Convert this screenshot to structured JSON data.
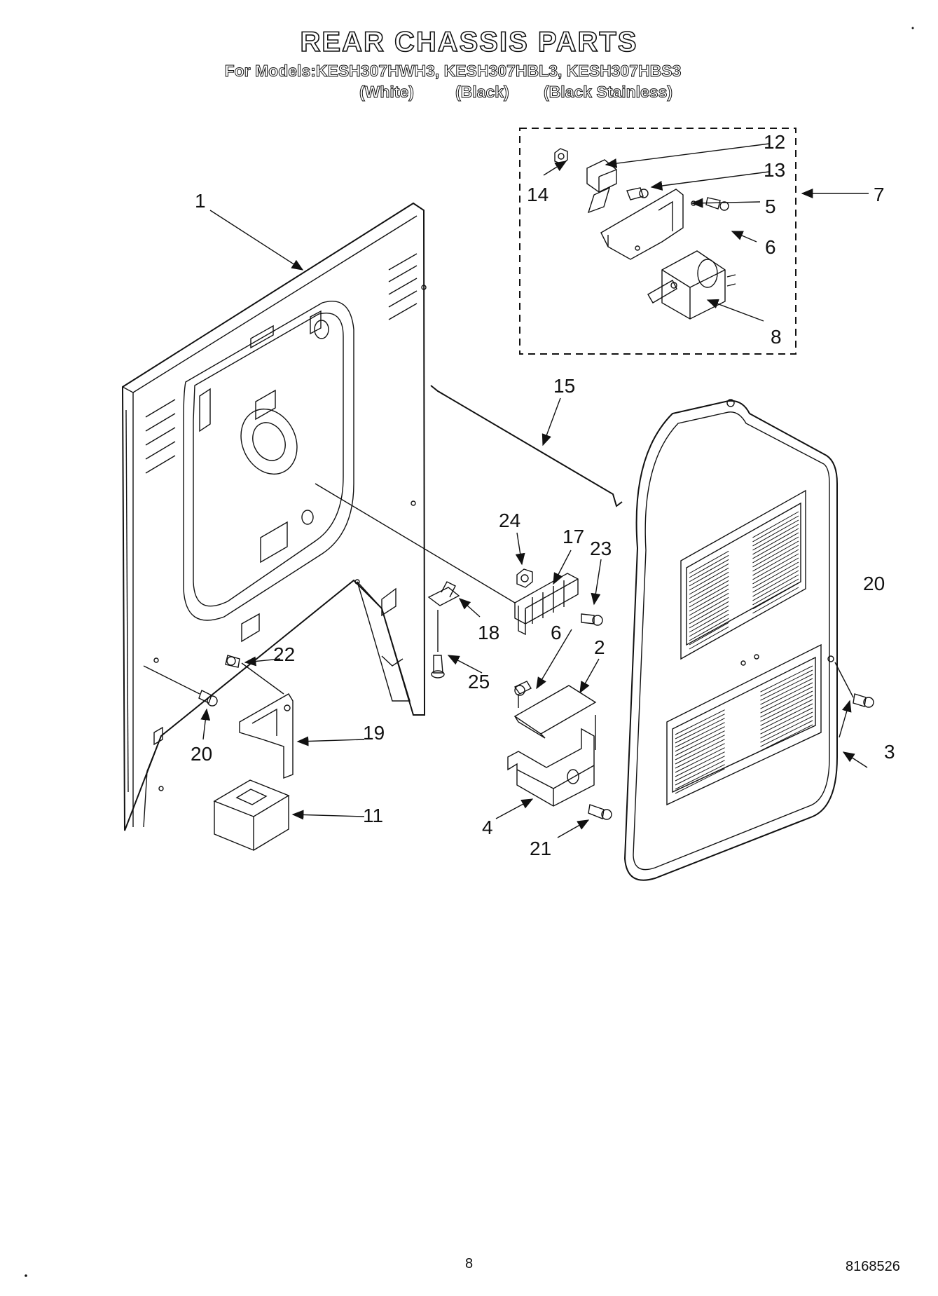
{
  "header": {
    "title": "REAR CHASSIS PARTS",
    "models_line": "For Models:KESH307HWH3, KESH307HBL3, KESH307HBS3",
    "color_white": "(White)",
    "color_black": "(Black)",
    "color_black_stainless": "(Black Stainless)"
  },
  "callouts": {
    "c1": "1",
    "c2": "2",
    "c3": "3",
    "c4": "4",
    "c5": "5",
    "c6a": "6",
    "c6b": "6",
    "c7": "7",
    "c8": "8",
    "c11": "11",
    "c12": "12",
    "c13": "13",
    "c14": "14",
    "c15": "15",
    "c17": "17",
    "c18": "18",
    "c19": "19",
    "c20a": "20",
    "c20b": "20",
    "c21": "21",
    "c22": "22",
    "c23": "23",
    "c24": "24",
    "c25": "25"
  },
  "footer": {
    "page_number": "8",
    "doc_number": "8168526"
  }
}
